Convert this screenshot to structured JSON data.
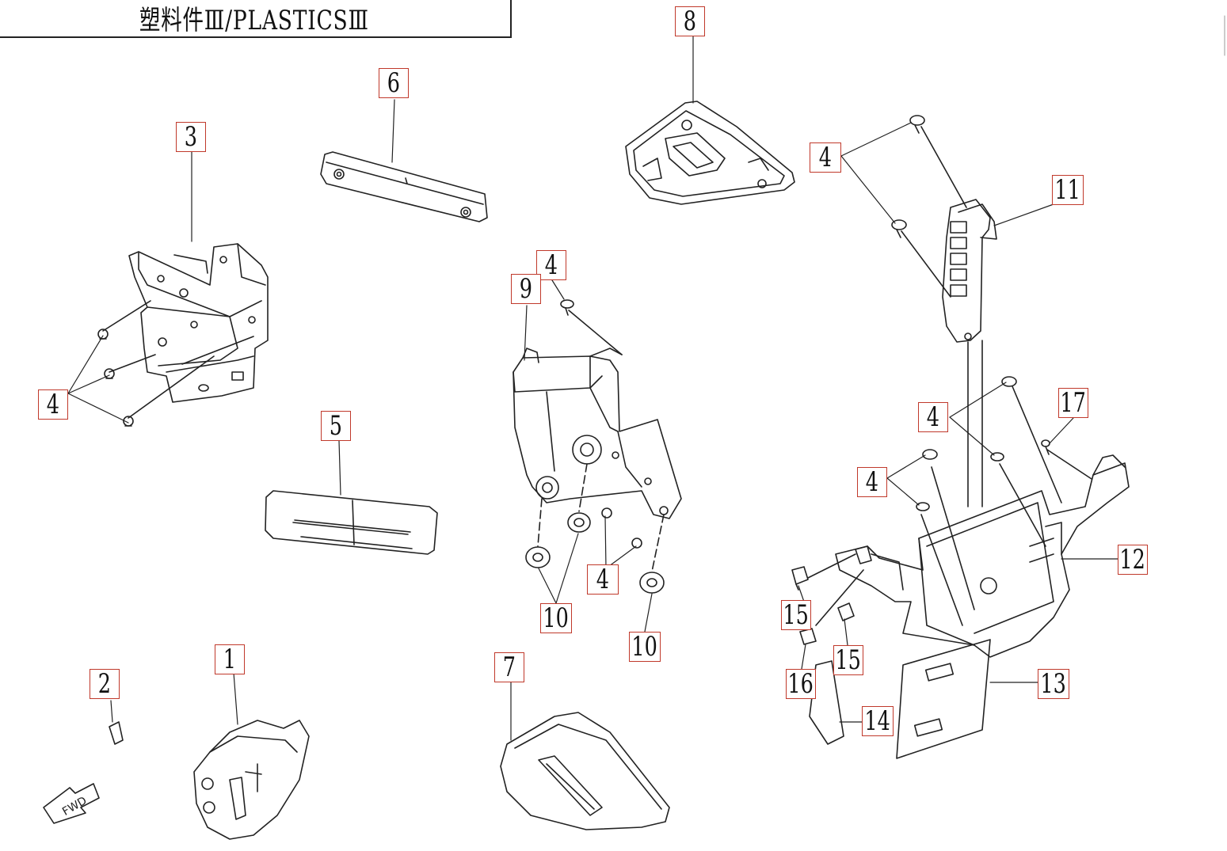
{
  "title": "塑料件Ⅲ/PLASTICSⅢ",
  "accent_color": "#c0392b",
  "line_color": "#222222",
  "fwd_label": "FWD",
  "callouts": [
    "1",
    "2",
    "3",
    "4",
    "5",
    "6",
    "7",
    "8",
    "9",
    "10",
    "11",
    "12",
    "13",
    "14",
    "15",
    "16",
    "17"
  ]
}
